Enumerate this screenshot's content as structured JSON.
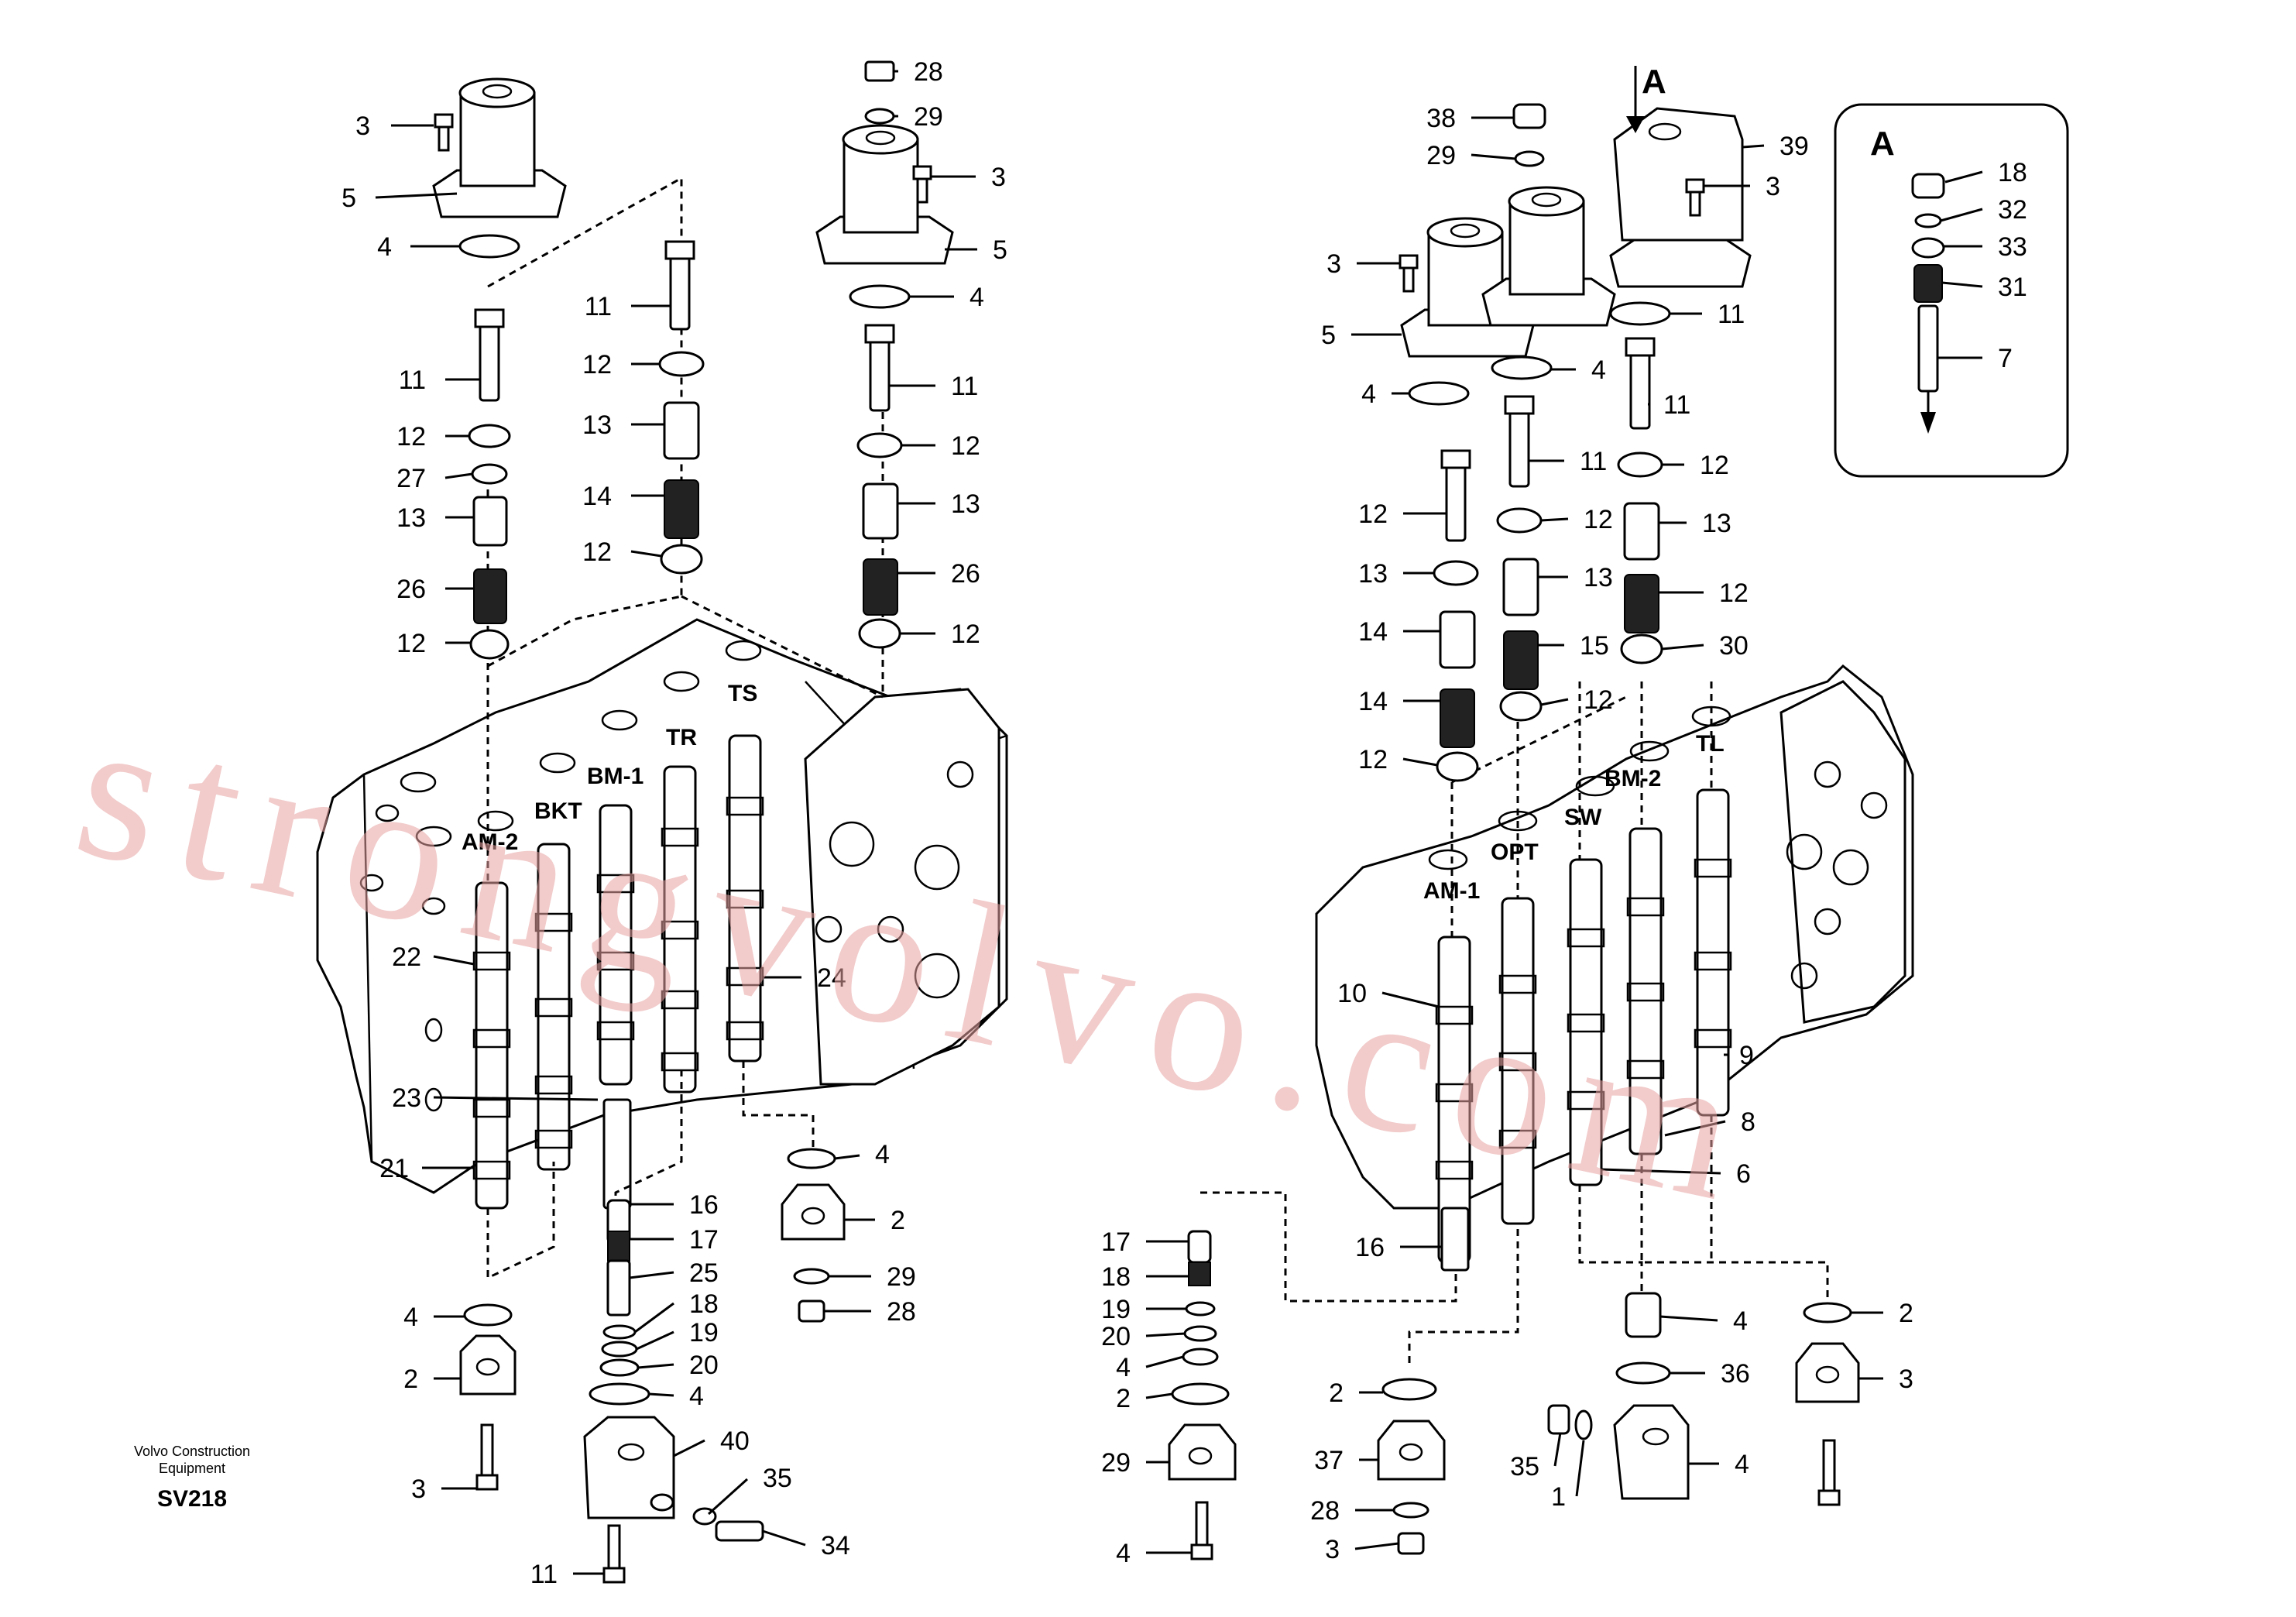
{
  "view_label": "A",
  "inset_label": "A",
  "ports": {
    "am2": "AM-2",
    "bkt": "BKT",
    "bm1": "BM-1",
    "tr": "TR",
    "ts": "TS",
    "am1": "AM-1",
    "opt": "OPT",
    "sw": "SW",
    "bm2": "BM-2",
    "tl": "TL"
  },
  "callouts": [
    "3",
    "5",
    "4",
    "11",
    "12",
    "27",
    "13",
    "26",
    "12",
    "11",
    "12",
    "13",
    "14",
    "12",
    "28",
    "29",
    "3",
    "5",
    "4",
    "11",
    "12",
    "13",
    "26",
    "12",
    "22",
    "23",
    "21",
    "24",
    "16",
    "17",
    "25",
    "18",
    "19",
    "20",
    "4",
    "4",
    "2",
    "3",
    "40",
    "35",
    "34",
    "11",
    "4",
    "2",
    "29",
    "28",
    "38",
    "29",
    "39",
    "3",
    "3",
    "5",
    "4",
    "4",
    "11",
    "11",
    "11",
    "12",
    "12",
    "12",
    "13",
    "13",
    "13",
    "14",
    "14",
    "15",
    "12",
    "12",
    "12",
    "30",
    "18",
    "32",
    "33",
    "31",
    "7",
    "10",
    "9",
    "8",
    "6",
    "16",
    "17",
    "18",
    "19",
    "20",
    "4",
    "2",
    "29",
    "28",
    "3",
    "4",
    "2",
    "37",
    "4",
    "36",
    "35",
    "1",
    "4",
    "2",
    "3"
  ],
  "credit": {
    "line1": "Volvo Construction",
    "line2": "Equipment",
    "code": "SV218"
  },
  "watermark": "strongvolvo.com",
  "colors": {
    "line": "#000000",
    "watermark": "#e8a0a0",
    "background": "#ffffff"
  }
}
